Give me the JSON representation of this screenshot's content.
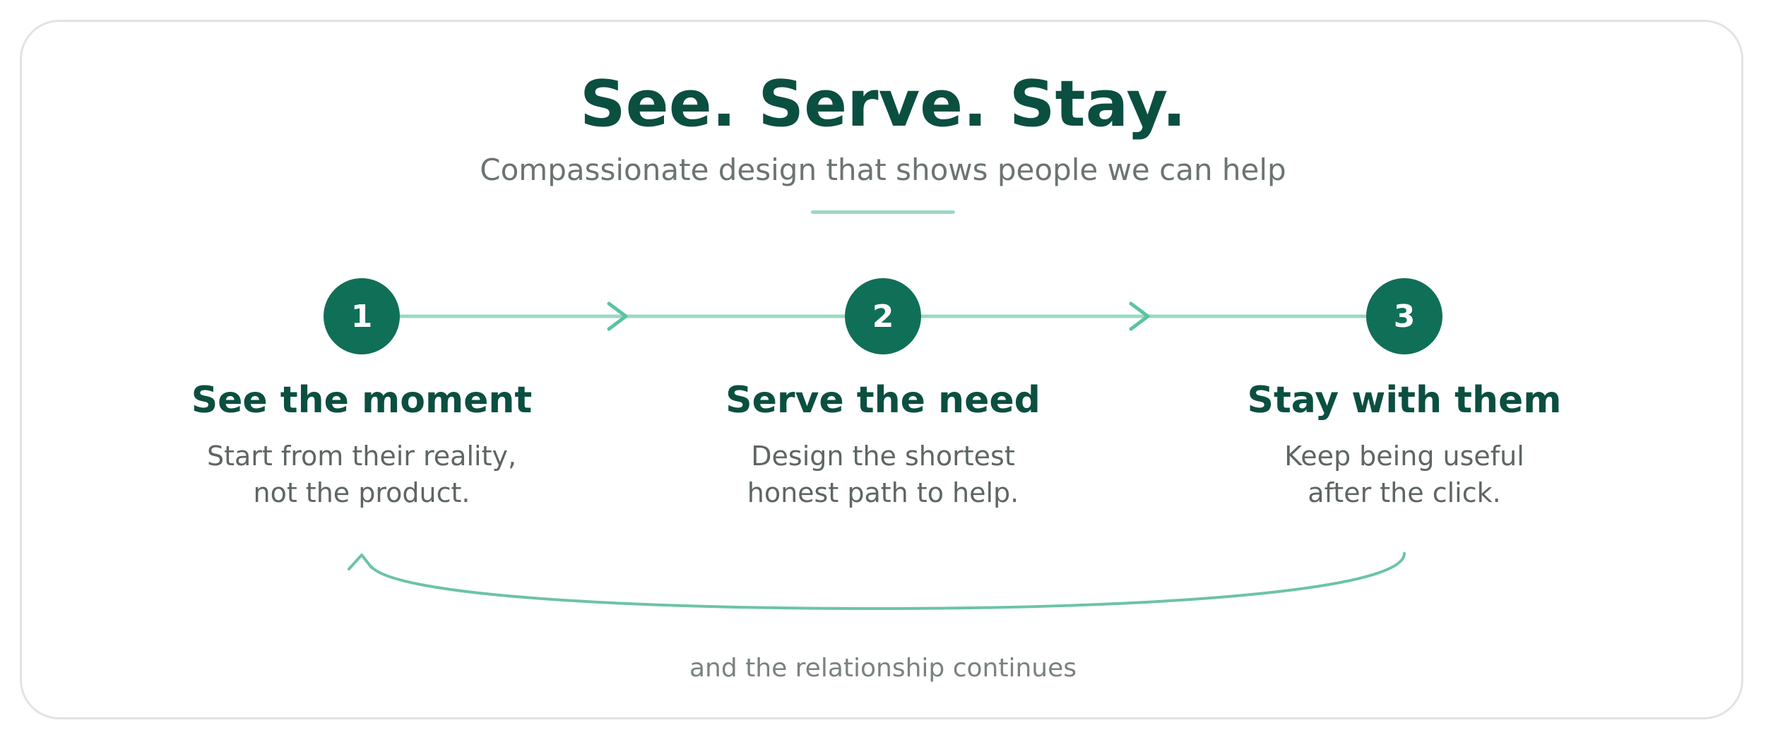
{
  "header": {
    "title": "See. Serve. Stay.",
    "subtitle": "Compassionate design that shows people we can help"
  },
  "steps": [
    {
      "number": "1",
      "title": "See the moment",
      "desc_line1": "Start from their reality,",
      "desc_line2": "not the product."
    },
    {
      "number": "2",
      "title": "Serve the need",
      "desc_line1": "Design the shortest",
      "desc_line2": "honest path to help."
    },
    {
      "number": "3",
      "title": "Stay with them",
      "desc_line1": "Keep being useful",
      "desc_line2": "after the click."
    }
  ],
  "footer": {
    "caption": "and the relationship continues"
  },
  "colors": {
    "circle": "#106f57",
    "heading": "#0b4f41",
    "connector": "#9bd9c2",
    "arrow": "#5cc39f",
    "loop": "#6cc4a2",
    "muted_text": "#6b7470"
  },
  "icons": [
    "arrow-right-icon",
    "loop-arrow-icon"
  ]
}
